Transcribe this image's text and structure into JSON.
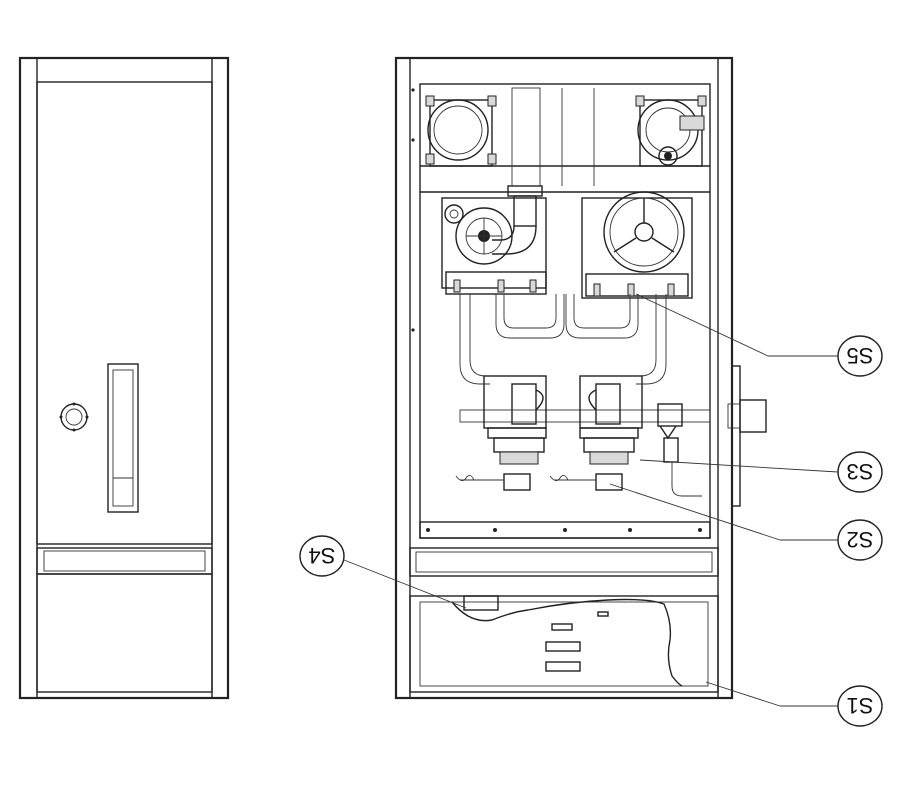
{
  "callouts": [
    {
      "id": "S5",
      "label": "S5"
    },
    {
      "id": "S3",
      "label": "S3"
    },
    {
      "id": "S2",
      "label": "S2"
    },
    {
      "id": "S4",
      "label": "S4"
    },
    {
      "id": "S1",
      "label": "S1"
    }
  ]
}
